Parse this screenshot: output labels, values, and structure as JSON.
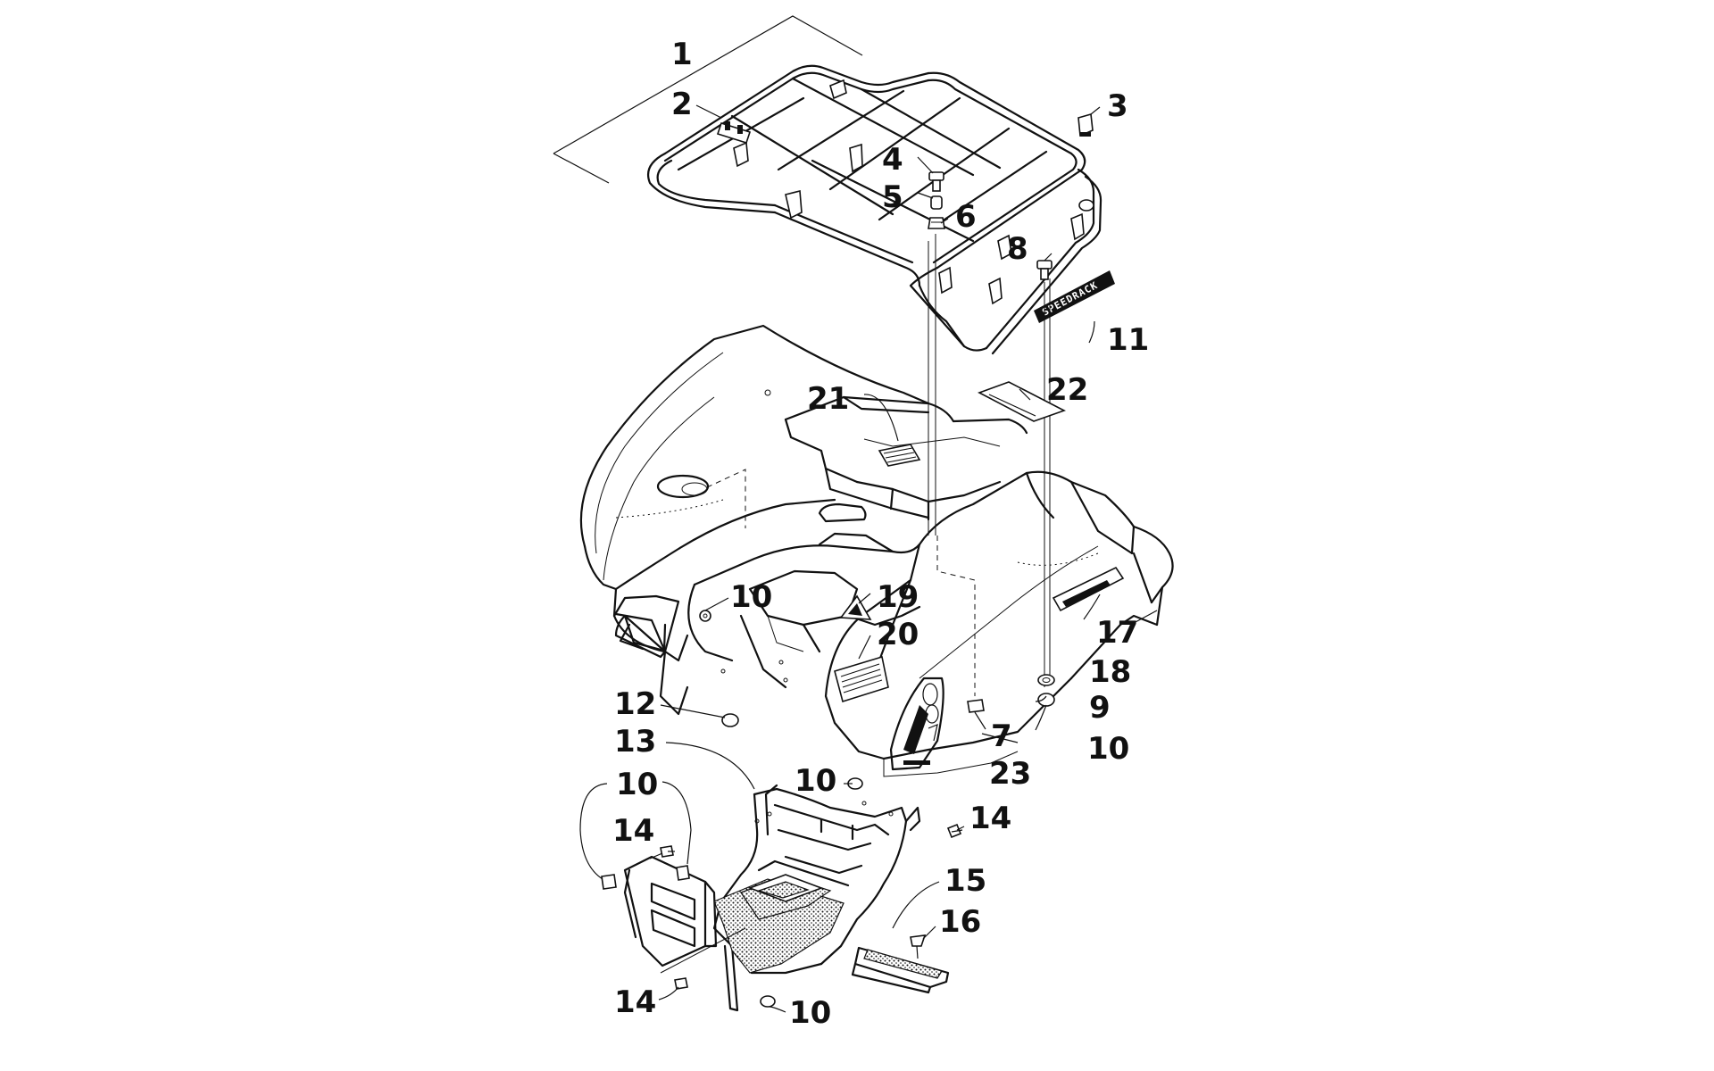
{
  "diagram": {
    "rack_decal_text": "SPEEDRACK",
    "callouts": [
      {
        "id": "c1",
        "label": "1"
      },
      {
        "id": "c2",
        "label": "2"
      },
      {
        "id": "c3",
        "label": "3"
      },
      {
        "id": "c4",
        "label": "4"
      },
      {
        "id": "c5",
        "label": "5"
      },
      {
        "id": "c6",
        "label": "6"
      },
      {
        "id": "c7",
        "label": "7"
      },
      {
        "id": "c8",
        "label": "8"
      },
      {
        "id": "c9",
        "label": "9"
      },
      {
        "id": "c10a",
        "label": "10"
      },
      {
        "id": "c10b",
        "label": "10"
      },
      {
        "id": "c10c",
        "label": "10"
      },
      {
        "id": "c10d",
        "label": "10"
      },
      {
        "id": "c10e",
        "label": "10"
      },
      {
        "id": "c11",
        "label": "11"
      },
      {
        "id": "c12",
        "label": "12"
      },
      {
        "id": "c13",
        "label": "13"
      },
      {
        "id": "c14a",
        "label": "14"
      },
      {
        "id": "c14b",
        "label": "14"
      },
      {
        "id": "c14c",
        "label": "14"
      },
      {
        "id": "c15",
        "label": "15"
      },
      {
        "id": "c16",
        "label": "16"
      },
      {
        "id": "c17",
        "label": "17"
      },
      {
        "id": "c18",
        "label": "18"
      },
      {
        "id": "c19",
        "label": "19"
      },
      {
        "id": "c20",
        "label": "20"
      },
      {
        "id": "c21",
        "label": "21"
      },
      {
        "id": "c22",
        "label": "22"
      },
      {
        "id": "c23",
        "label": "23"
      }
    ]
  }
}
